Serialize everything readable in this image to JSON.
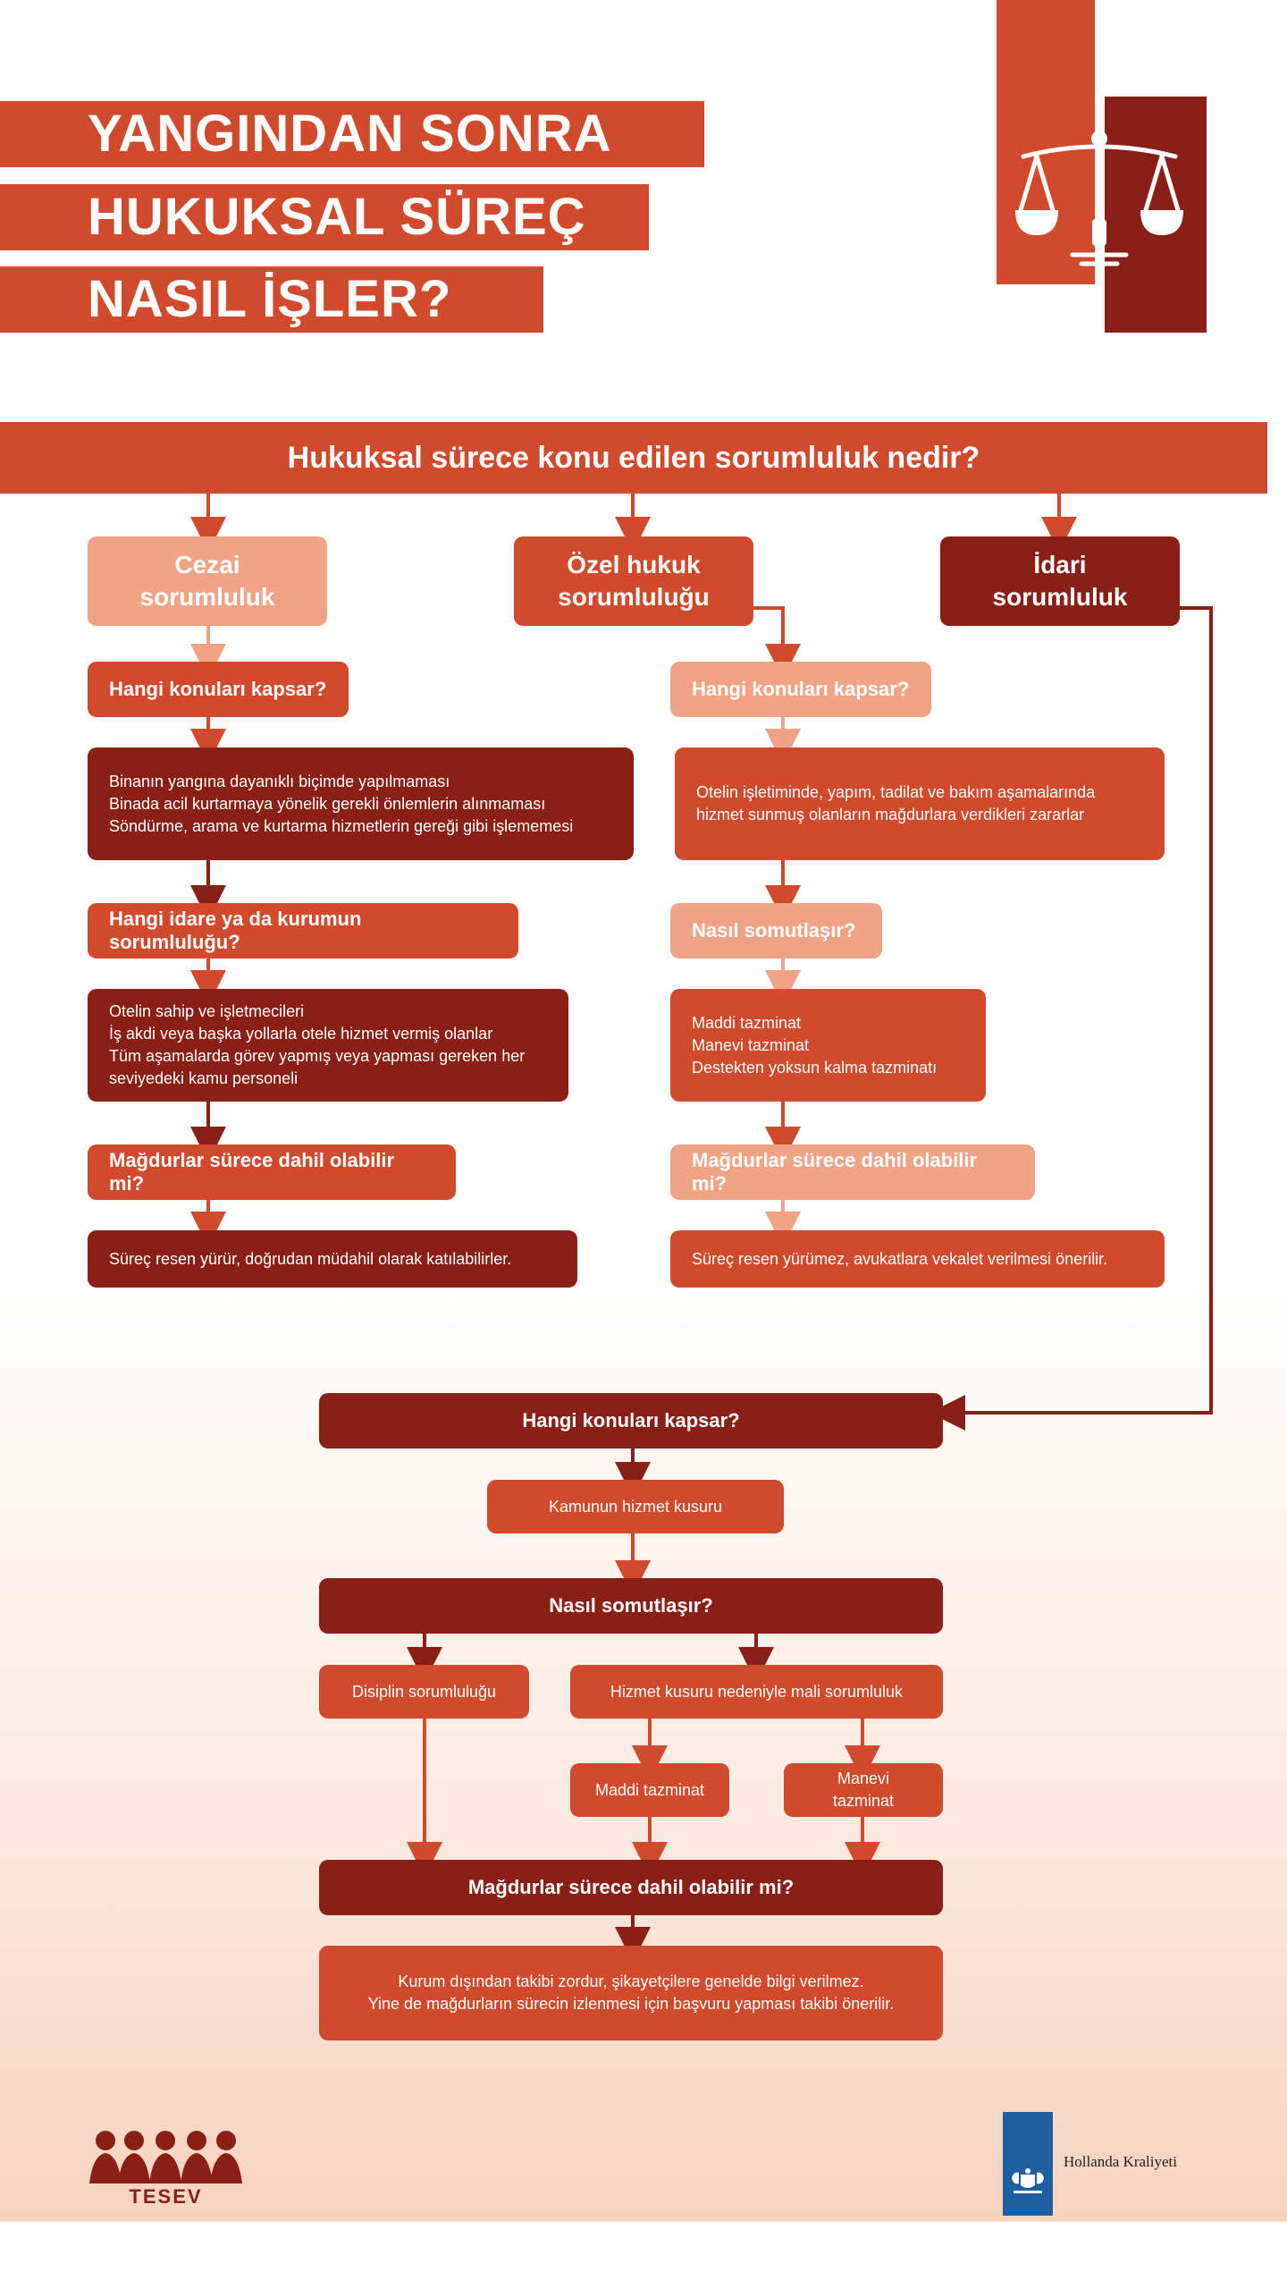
{
  "title": {
    "line1": "YANGINDAN SONRA",
    "line2": "HUKUKSAL SÜREÇ",
    "line3": "NASIL İŞLER?"
  },
  "icons": {
    "header": "scales-of-justice-icon"
  },
  "banner": "Hukuksal sürece konu edilen sorumluluk nedir?",
  "columns": {
    "cezai": {
      "title": "Cezai\nsorumluluk",
      "q1": "Hangi konuları kapsar?",
      "a1": "Binanın yangına dayanıklı biçimde yapılmaması\nBinada acil kurtarmaya yönelik gerekli önlemlerin alınmaması\nSöndürme, arama ve kurtarma hizmetlerin gereği gibi işlememesi",
      "q2": "Hangi idare ya da kurumun sorumluluğu?",
      "a2": "Otelin sahip ve işletmecileri\nİş akdi veya başka yollarla otele hizmet vermiş olanlar\nTüm aşamalarda görev yapmış veya yapması gereken her\nseviyedeki kamu personeli",
      "q3": "Mağdurlar sürece dahil olabilir mi?",
      "a3": "Süreç resen yürür, doğrudan müdahil olarak katılabilirler."
    },
    "ozel": {
      "title": "Özel hukuk\nsorumluluğu",
      "q1": "Hangi konuları kapsar?",
      "a1": "Otelin işletiminde, yapım, tadilat ve bakım aşamalarında\nhizmet sunmuş olanların mağdurlara verdikleri zararlar",
      "q2": "Nasıl somutlaşır?",
      "a2": "Maddi tazminat\nManevi tazminat\nDestekten yoksun kalma tazminatı",
      "q3": "Mağdurlar sürece dahil olabilir mi?",
      "a3": "Süreç resen yürümez, avukatlara vekalet verilmesi önerilir."
    },
    "idari": {
      "title": "İdari\nsorumluluk",
      "q1": "Hangi konuları kapsar?",
      "a1": "Kamunun hizmet kusuru",
      "q2": "Nasıl somutlaşır?",
      "b1": "Disiplin sorumluluğu",
      "b2": "Hizmet kusuru nedeniyle mali sorumluluk",
      "b3": "Maddi tazminat",
      "b4": "Manevi tazminat",
      "q3": "Mağdurlar sürece dahil olabilir mi?",
      "a3": "Kurum dışından takibi zordur, şikayetçilere genelde bilgi verilmez.\nYine de mağdurların sürecin izlenmesi için başvuru yapması takibi önerilir."
    }
  },
  "footer": {
    "tesev": "TESEV",
    "netherlands": "Hollanda Kraliyeti"
  },
  "colors": {
    "primary": "#d04a2b",
    "dark": "#8a1f15",
    "light": "#f0a385"
  }
}
